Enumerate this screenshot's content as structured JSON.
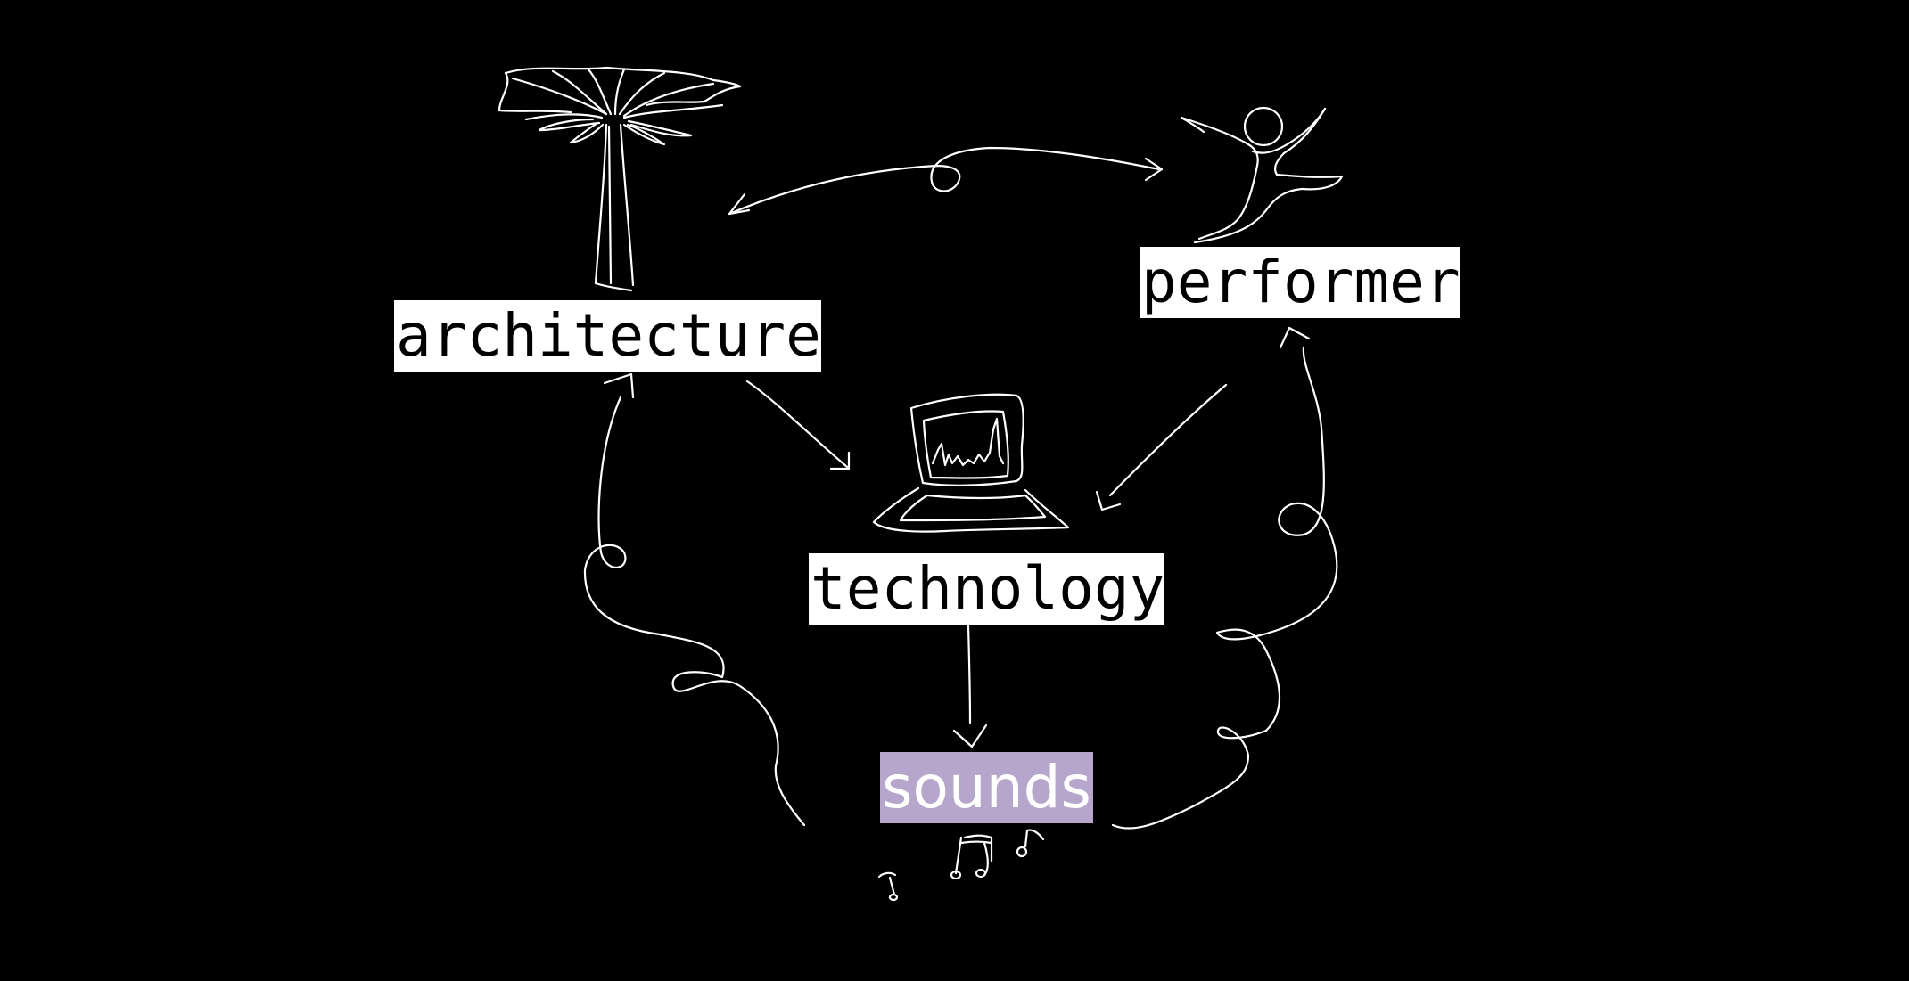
{
  "diagram": {
    "nodes": [
      {
        "id": "architecture",
        "label": "architecture",
        "icon": "tower-icon"
      },
      {
        "id": "performer",
        "label": "performer",
        "icon": "dancer-icon"
      },
      {
        "id": "technology",
        "label": "technology",
        "icon": "computer-icon"
      },
      {
        "id": "sounds",
        "label": "sounds",
        "icon": "music-notes-icon"
      }
    ],
    "edges": [
      {
        "from": "architecture",
        "to": "performer",
        "bidirectional": true
      },
      {
        "from": "architecture",
        "to": "technology"
      },
      {
        "from": "performer",
        "to": "technology"
      },
      {
        "from": "technology",
        "to": "sounds"
      },
      {
        "from": "sounds",
        "to": "architecture"
      },
      {
        "from": "sounds",
        "to": "performer"
      }
    ]
  },
  "colors": {
    "background": "#000000",
    "stroke": "#ffffff",
    "label_background": "#ffffff",
    "label_text": "#000000",
    "sounds_background": "#b7a6cc",
    "sounds_text": "#ffffff"
  }
}
